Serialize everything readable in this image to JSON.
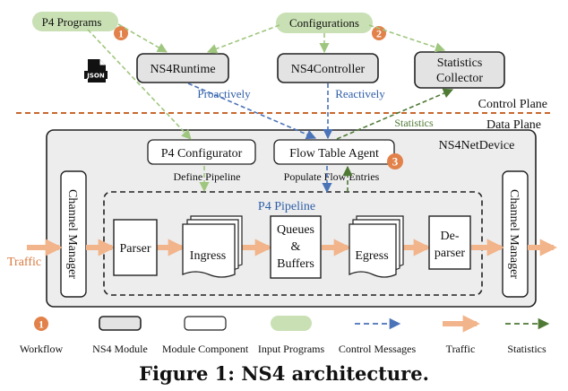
{
  "pills": {
    "p4_programs": "P4 Programs",
    "configurations": "Configurations"
  },
  "badges": {
    "one": "1",
    "two": "2",
    "three": "3"
  },
  "file_icon_label": "JSON",
  "boxes": {
    "ns4runtime": "NS4Runtime",
    "ns4controller": "NS4Controller",
    "stats_line1": "Statistics",
    "stats_line2": "Collector",
    "p4_configurator": "P4 Configurator",
    "flow_table_agent": "Flow Table Agent",
    "channel_manager": "Channel Manager",
    "parser": "Parser",
    "ingress": "Ingress",
    "queues_line1": "Queues",
    "queues_line2": "&",
    "queues_line3": "Buffers",
    "egress": "Egress",
    "deparser_line1": "De-",
    "deparser_line2": "parser"
  },
  "labels": {
    "proactively": "Proactively",
    "reactively": "Reactively",
    "control_plane": "Control Plane",
    "data_plane": "Data Plane",
    "statistics": "Statistics",
    "ns4netdevice": "NS4NetDevice",
    "define_pipeline": "Define Pipeline",
    "populate_flow_entries": "Populate Flow Entries",
    "p4_pipeline": "P4 Pipeline",
    "traffic": "Traffic"
  },
  "legend": {
    "workflow_badge": "1",
    "workflow": "Workflow",
    "ns4_module": "NS4 Module",
    "module_component": "Module Component",
    "input_programs": "Input Programs",
    "control_messages": "Control Messages",
    "traffic": "Traffic",
    "statistics": "Statistics"
  },
  "caption": "Figure 1: NS4 architecture.",
  "colors": {
    "green_pill": "#c9e0b4",
    "green_arrow": "#9fc67e",
    "dark_green": "#4f7a35",
    "blue_dashed": "#4a73b8",
    "orange_badge": "#e2824a",
    "traffic_arrow": "#f2b48a",
    "divider": "#c8682f",
    "netdevice_fill": "#ededed",
    "module_fill": "#e3e3e3"
  }
}
